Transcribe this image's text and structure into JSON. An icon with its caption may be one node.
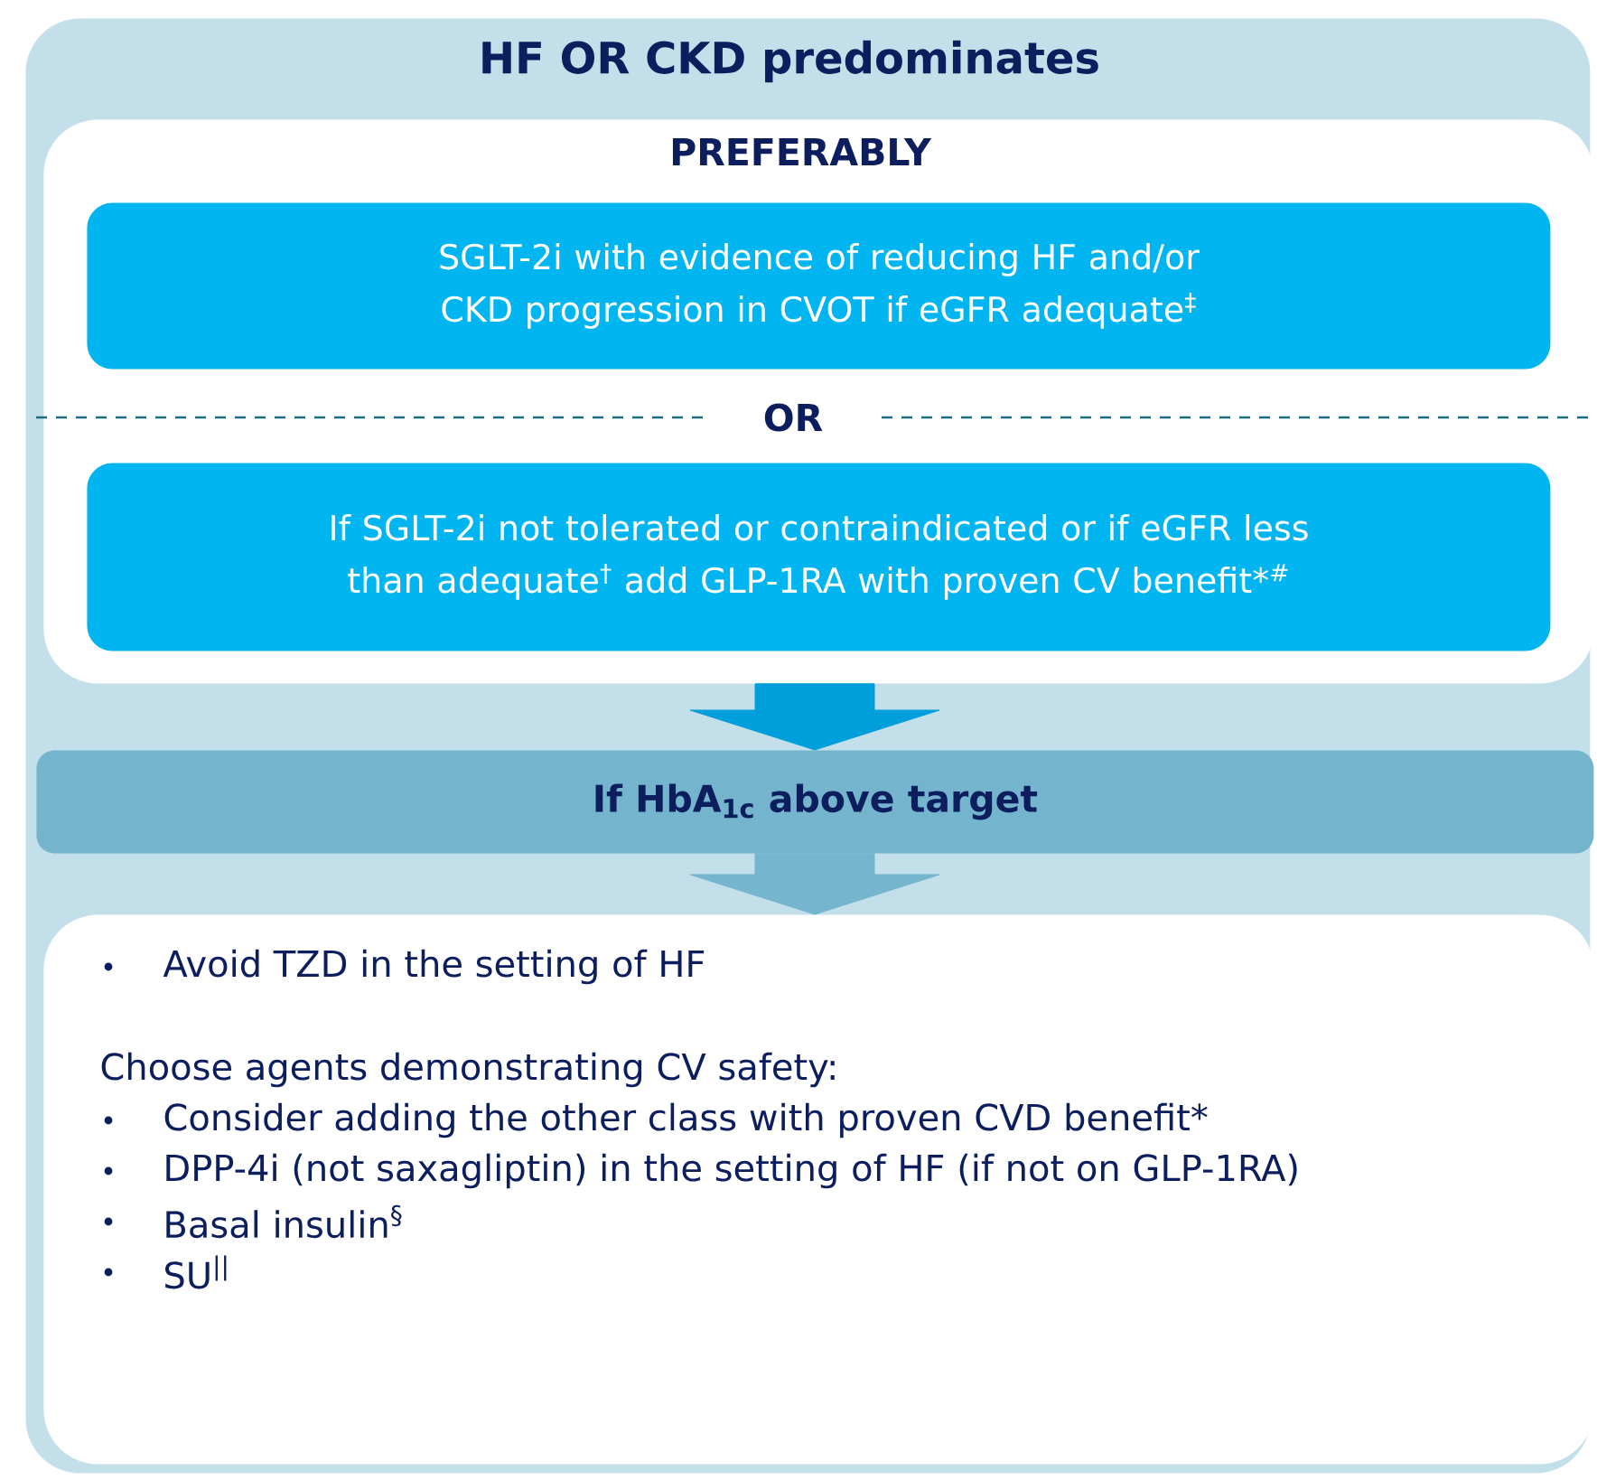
{
  "diagram": {
    "nodes": [
      {
        "text": [
          "HF OR CKD predominates"
        ]
      },
      {
        "text": [
          "PREFERABLY"
        ],
        "in": 0
      },
      {
        "text": [
          "SGLT-2i with evidence of reducing HF and/or CKD progression in CVOT if eGFR adequate$^{‡}$"
        ],
        "in": 1
      },
      {
        "text": [
          "If SGLT-2i not tolerated or contraindicated or if eGFR less than adequate$^{†}$ add GLP-1RA with proven CV benefit*$^{#}$"
        ],
        "in": 1
      },
      {
        "text": [
          "If HbA$_{1c}$ above target"
        ],
        "in": 0
      },
      {
        "text": [
          "Avoid TZD in the setting of HF",
          "Choose agents demonstrating CV safety:",
          "Consider adding the other class with proven CVD benefit*",
          "DPP-4i (not saxagliptin) in the setting of HF (if not on GLP-1RA)",
          "Basal insulin$^{§}$",
          "SU$^{||}$"
        ],
        "in": 0
      }
    ],
    "edges": [
      {
        "from": 1,
        "to": 4,
        "arrow": "to",
        "color": "#009fdb"
      },
      {
        "from": 4,
        "to": 5,
        "arrow": "to",
        "color": "#75b5ce"
      }
    ],
    "labels": [
      "OR"
    ]
  }
}
